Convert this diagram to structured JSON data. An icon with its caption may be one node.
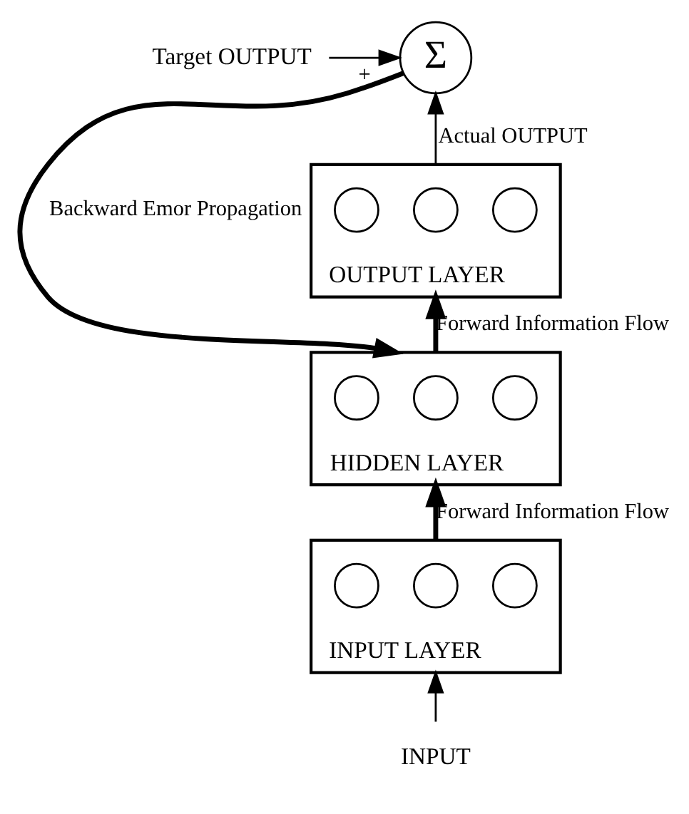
{
  "diagram": {
    "nodes": [
      {
        "text": [
          "Target OUTPUT"
        ]
      },
      {
        "text": [
          "Σ"
        ]
      },
      {
        "text": [
          "OUTPUT LAYER"
        ]
      },
      {
        "text": [],
        "shape": "circle",
        "in": 2
      },
      {
        "text": [],
        "shape": "circle",
        "in": 2
      },
      {
        "text": [],
        "shape": "circle",
        "in": 2
      },
      {
        "text": [
          "HIDDEN LAYER"
        ]
      },
      {
        "text": [],
        "shape": "circle",
        "in": 6
      },
      {
        "text": [],
        "shape": "circle",
        "in": 6
      },
      {
        "text": [],
        "shape": "circle",
        "in": 6
      },
      {
        "text": [
          "INPUT LAYER"
        ]
      },
      {
        "text": [],
        "shape": "circle",
        "in": 10
      },
      {
        "text": [],
        "shape": "circle",
        "in": 10
      },
      {
        "text": [],
        "shape": "circle",
        "in": 10
      },
      {
        "text": [
          "INPUT"
        ]
      }
    ],
    "edges": [
      {
        "from": 0,
        "to": 1,
        "arrow": "to",
        "label": "+"
      },
      {
        "from": 2,
        "to": 1,
        "arrow": "to",
        "label": "Actual OUTPUT"
      },
      {
        "from": 6,
        "to": 2,
        "arrow": "to",
        "label": "Forward Information Flow",
        "style": "thick"
      },
      {
        "from": 10,
        "to": 6,
        "arrow": "to",
        "label": "Forward Information Flow",
        "style": "thick"
      },
      {
        "from": 1,
        "to": 6,
        "arrow": "to",
        "label": "Backward Emor Propagation",
        "style": "thick"
      },
      {
        "from": 14,
        "to": 10,
        "arrow": "to"
      }
    ]
  }
}
